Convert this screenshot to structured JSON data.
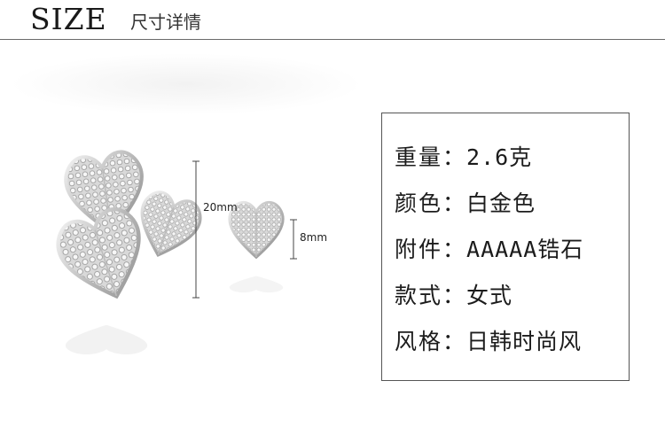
{
  "header": {
    "title": "SIZE",
    "subtitle": "尺寸详情"
  },
  "product": {
    "large_size": "20mm",
    "small_size": "8mm"
  },
  "specs": [
    {
      "label": "重量：",
      "value": "2.6克"
    },
    {
      "label": "颜色：",
      "value": "白金色"
    },
    {
      "label": "附件：",
      "value": "AAAAA锆石"
    },
    {
      "label": "款式：",
      "value": "女式"
    },
    {
      "label": "风格：",
      "value": "日韩时尚风"
    }
  ]
}
